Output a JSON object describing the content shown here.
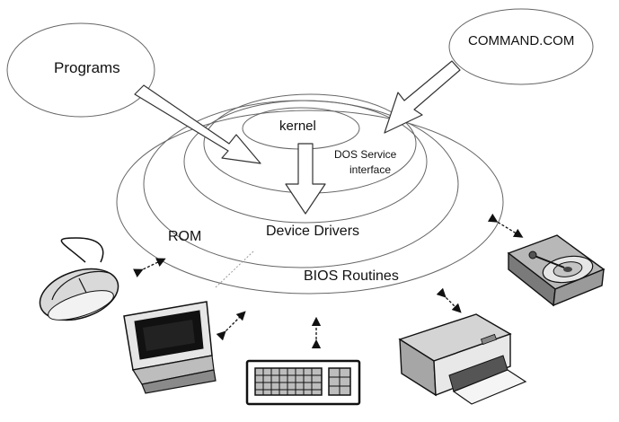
{
  "diagram": {
    "labels": {
      "programs": "Programs",
      "command": "COMMAND.COM",
      "kernel": "kernel",
      "dos_service_line1": "DOS Service",
      "dos_service_line2": "interface",
      "rom": "ROM",
      "device_drivers": "Device Drivers",
      "bios_routines": "BIOS Routines"
    },
    "devices": [
      "mouse-icon",
      "monitor-icon",
      "keyboard-icon",
      "printer-icon",
      "hard-disk-icon"
    ],
    "colors": {
      "stroke": "#555555",
      "device_fill": "#d9d9d9",
      "device_dark": "#7a7a7a",
      "screen": "#000000",
      "background": "#ffffff"
    }
  }
}
